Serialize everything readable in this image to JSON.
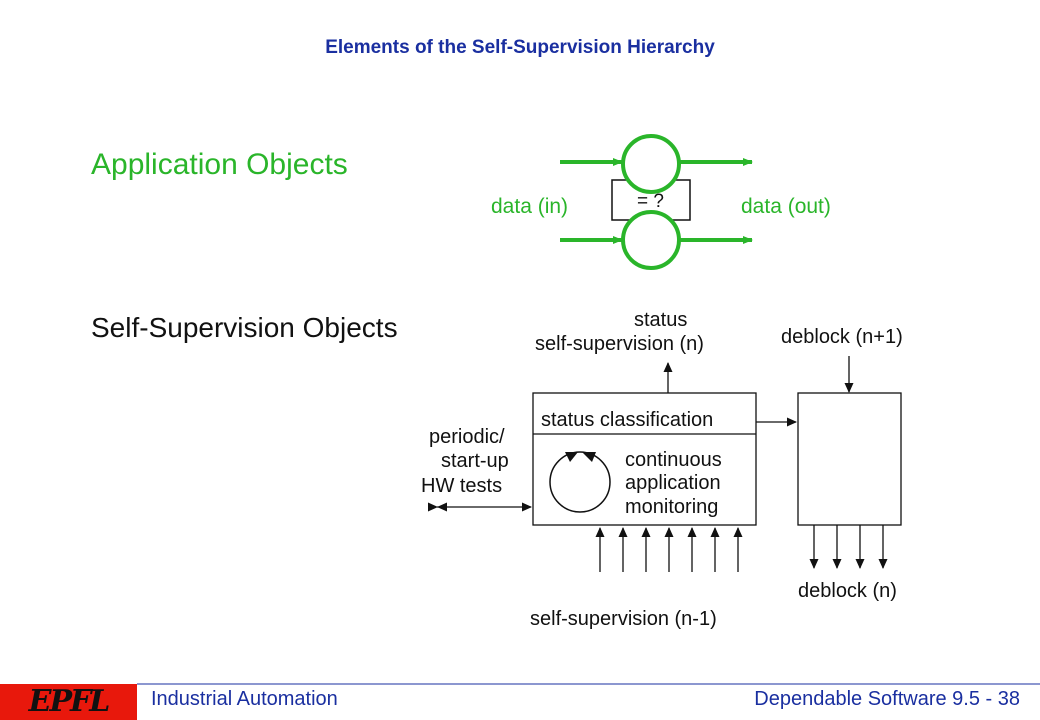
{
  "slide": {
    "title": "Elements of the Self-Supervision Hierarchy"
  },
  "application": {
    "heading": "Application Objects",
    "data_in": "data (in)",
    "data_out": "data (out)",
    "compare": "= ?"
  },
  "self_supervision": {
    "heading": "Self-Supervision Objects",
    "status_line1": "status",
    "status_line2": "self-supervision (n)",
    "deblock_above": "deblock (n+1)",
    "status_classification": "status classification",
    "continuous_line1": "continuous",
    "continuous_line2": "application",
    "continuous_line3": "monitoring",
    "periodic_line1": "periodic/",
    "periodic_line2": "start-up",
    "periodic_line3": "HW tests",
    "deblock_below": "deblock (n)",
    "ss_below": "self-supervision (n-1)"
  },
  "footer": {
    "left": "Industrial Automation",
    "right": "Dependable Software 9.5 - 38",
    "logo": "EPFL"
  },
  "colors": {
    "title": "#1a2fa0",
    "green": "#2ab52a",
    "red": "#e8180c",
    "black": "#111111"
  }
}
